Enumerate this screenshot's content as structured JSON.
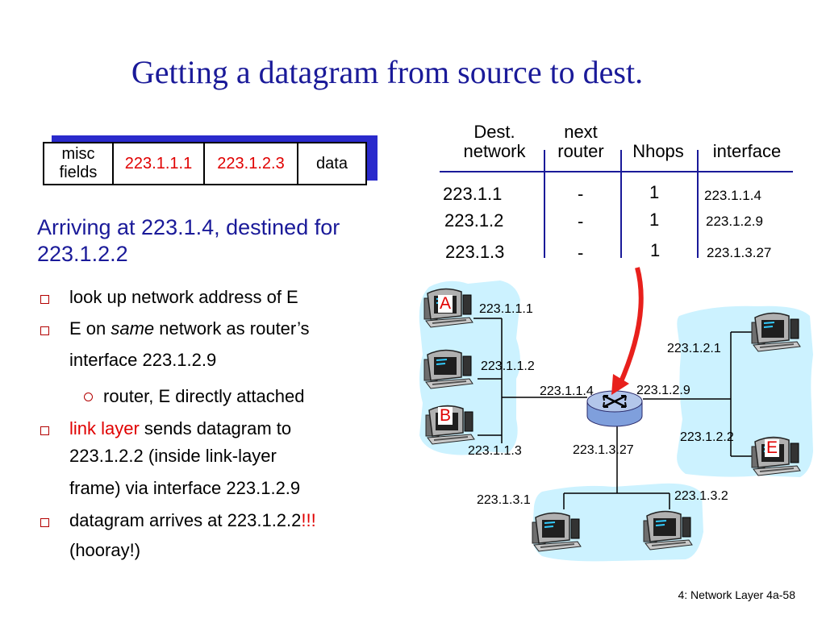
{
  "title": "Getting a datagram from source to dest.",
  "datagram": {
    "fields": [
      "misc fields",
      "223.1.1.1",
      "223.1.2.3",
      "data"
    ]
  },
  "text": {
    "heading": "Arriving at 223.1.4, destined for 223.1.2.2",
    "b1": "look up network address of E",
    "b2_pre": "E on ",
    "b2_em": "same",
    "b2_post": " network as router’s",
    "b2_line2": "interface 223.1.2.9",
    "sub1": "router, E directly attached",
    "b3_red": "link layer",
    "b3_rest": " sends datagram to",
    "b3_line2": "223.1.2.2 (inside link-layer",
    "b3_line3": "frame) via interface 223.1.2.9",
    "b4_pre": "datagram arrives at 223.1.2.2",
    "b4_red": "!!!",
    "b4_line2": "(hooray!)"
  },
  "table": {
    "headers": {
      "dest_l1": "Dest.",
      "dest_l2": "network",
      "next_l1": "next",
      "next_l2": "router",
      "nhops": "Nhops",
      "interface": "interface"
    },
    "rows": [
      {
        "network": "223.1.1",
        "next": "-",
        "nhops": "1",
        "interface": "223.1.1.4"
      },
      {
        "network": "223.1.2",
        "next": "-",
        "nhops": "1",
        "interface": "223.1.2.9"
      },
      {
        "network": "223.1.3",
        "next": "-",
        "nhops": "1",
        "interface": "223.1.3.27"
      }
    ]
  },
  "diagram": {
    "hosts": {
      "A": "A",
      "B": "B",
      "E": "E"
    },
    "addrs": {
      "a1": "223.1.1.1",
      "a2": "223.1.1.2",
      "a3": "223.1.1.3",
      "a4": "223.1.1.4",
      "b1": "223.1.2.1",
      "b2": "223.1.2.2",
      "b9": "223.1.2.9",
      "c1": "223.1.3.1",
      "c2": "223.1.3.2",
      "c27": "223.1.3.27"
    }
  },
  "footer": "4: Network Layer  4a-58",
  "colors": {
    "title": "#1a1a99",
    "accent_red": "#e00000",
    "cloud": "#ccf2ff",
    "router": "#b3c6ea"
  }
}
